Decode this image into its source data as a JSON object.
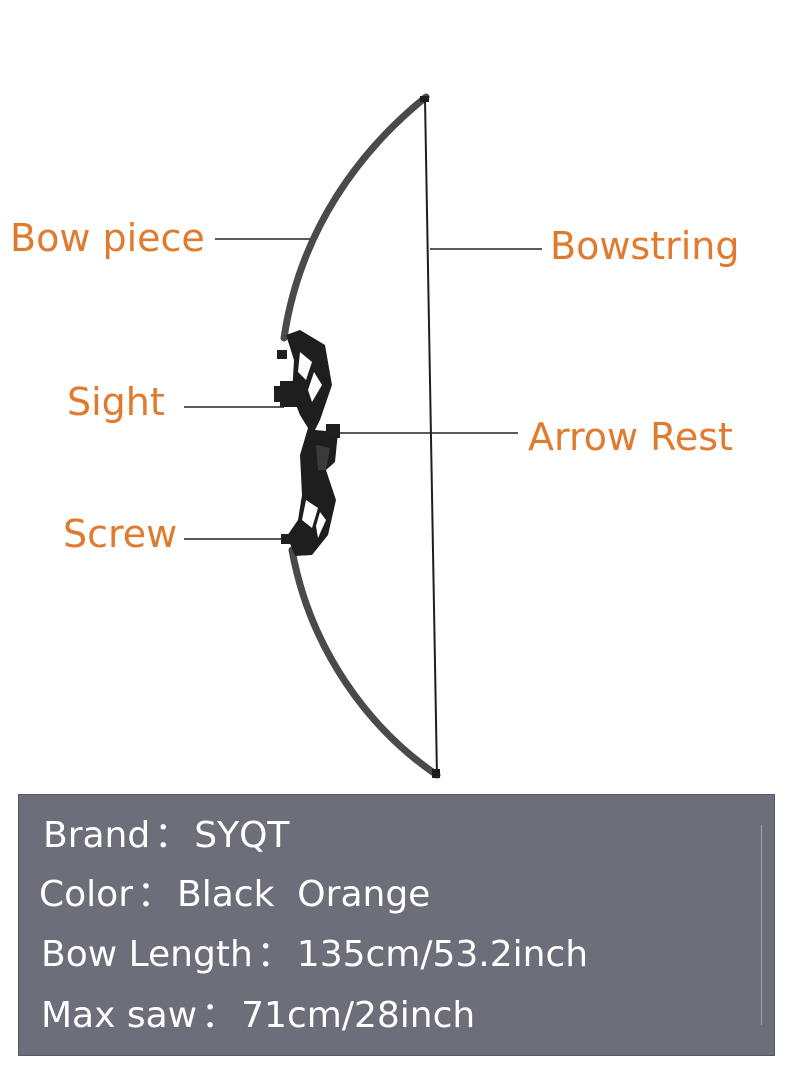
{
  "colors": {
    "label_orange": "#e07a2e",
    "leader_line": "#222222",
    "bow_dark": "#1e1e1e",
    "bow_limb": "#4a4a4a",
    "panel_bg": "#6c6f79",
    "panel_text": "#ffffff"
  },
  "callouts": {
    "bow_piece": "Bow piece",
    "bowstring": "Bowstring",
    "sight": "Sight",
    "arrow_rest": "Arrow Rest",
    "screw": "Screw"
  },
  "specs": {
    "separator": "：",
    "rows": [
      {
        "label": "Brand",
        "value": "SYQT"
      },
      {
        "label": "Color",
        "value": "Black  Orange"
      },
      {
        "label": "Bow Length",
        "value": "135cm/53.2inch"
      },
      {
        "label": "Max saw",
        "value": "71cm/28inch"
      }
    ]
  }
}
